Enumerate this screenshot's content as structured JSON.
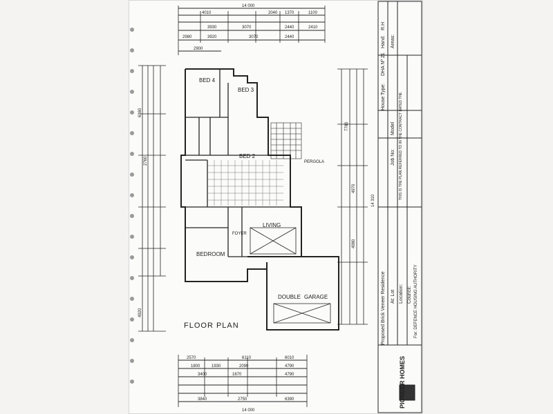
{
  "plan": {
    "title": "FLOOR PLAN",
    "rooms": {
      "bed4": "BED 4",
      "bed3": "BED 3",
      "bed2": "BED 2",
      "living": "LIVING",
      "bedroom": "BEDROOM",
      "foyer": "FOYER",
      "garage_a": "DOUBLE",
      "garage_b": "GARAGE",
      "pergola": "PERGOLA"
    },
    "dims": {
      "top_overall": "14 000",
      "top_row1": [
        "4010",
        "2040",
        "1370",
        "1100"
      ],
      "top_row2": [
        "3930",
        "3070",
        "2440",
        "2410"
      ],
      "top_row3": [
        "2980",
        "3920",
        "3070",
        "2440"
      ],
      "top_row4": "2900",
      "bottom_row1": [
        "2570",
        "6110",
        "6010"
      ],
      "bottom_row2": [
        "1800",
        "1930",
        "2090",
        "4790"
      ],
      "bottom_row3": [
        "3400",
        "1670",
        "4790"
      ],
      "bottom_row4": [
        "3840",
        "2750",
        "6390"
      ],
      "bottom_overall": "14 000",
      "right_overall": "14 310",
      "right_a": "7780",
      "right_b": "4970",
      "right_c": "4980",
      "left_a": "6160",
      "left_b": "2760",
      "left_c": "4920"
    }
  },
  "title_block": {
    "company": "PIONEER HOMES",
    "project": "Proposed Brick Veneer Residence",
    "house_type_label": "House Type:",
    "house_type_value": "DHA Nº 21",
    "hand_label": "Hand:",
    "hand_value": "R.H",
    "areas_label": "Areas:",
    "model_label": "Model",
    "job_label": "Job No:",
    "lot_label": "At: Lot",
    "location_label": "Location:",
    "council_label": "Council:",
    "for_label": "For: DEFENCE HOUSING AUTHORITY",
    "plan_note": "THIS IS THE PLAN REFERRED TO IN THE CONTRACT DATED THE"
  }
}
